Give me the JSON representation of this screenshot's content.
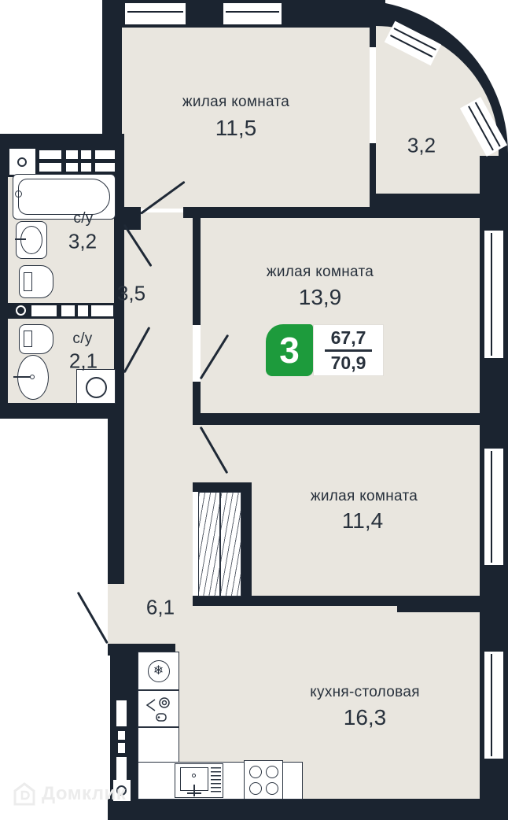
{
  "plan": {
    "rooms": {
      "living1": {
        "name": "жилая комната",
        "area": "11,5"
      },
      "living2": {
        "name": "жилая комната",
        "area": "13,9"
      },
      "living3": {
        "name": "жилая комната",
        "area": "11,4"
      },
      "kitchen": {
        "name": "кухня-столовая",
        "area": "16,3"
      },
      "bath1": {
        "name": "с/у",
        "area": "3,2"
      },
      "bath2": {
        "name": "с/у",
        "area": "2,1"
      },
      "hall": {
        "area": "3,5"
      },
      "corridor": {
        "area": "6,1"
      },
      "balcony": {
        "area": "3,2"
      }
    },
    "badge": {
      "rooms_count": "3",
      "living_area": "67,7",
      "total_area": "70,9"
    },
    "watermark": {
      "brand": "Домклик"
    },
    "icons": {
      "snowflake": "❄"
    },
    "colors": {
      "wall": "#1b2430",
      "floor": "#e9e6df",
      "badge_green": "#1d9b3c",
      "text": "#28313c"
    }
  }
}
